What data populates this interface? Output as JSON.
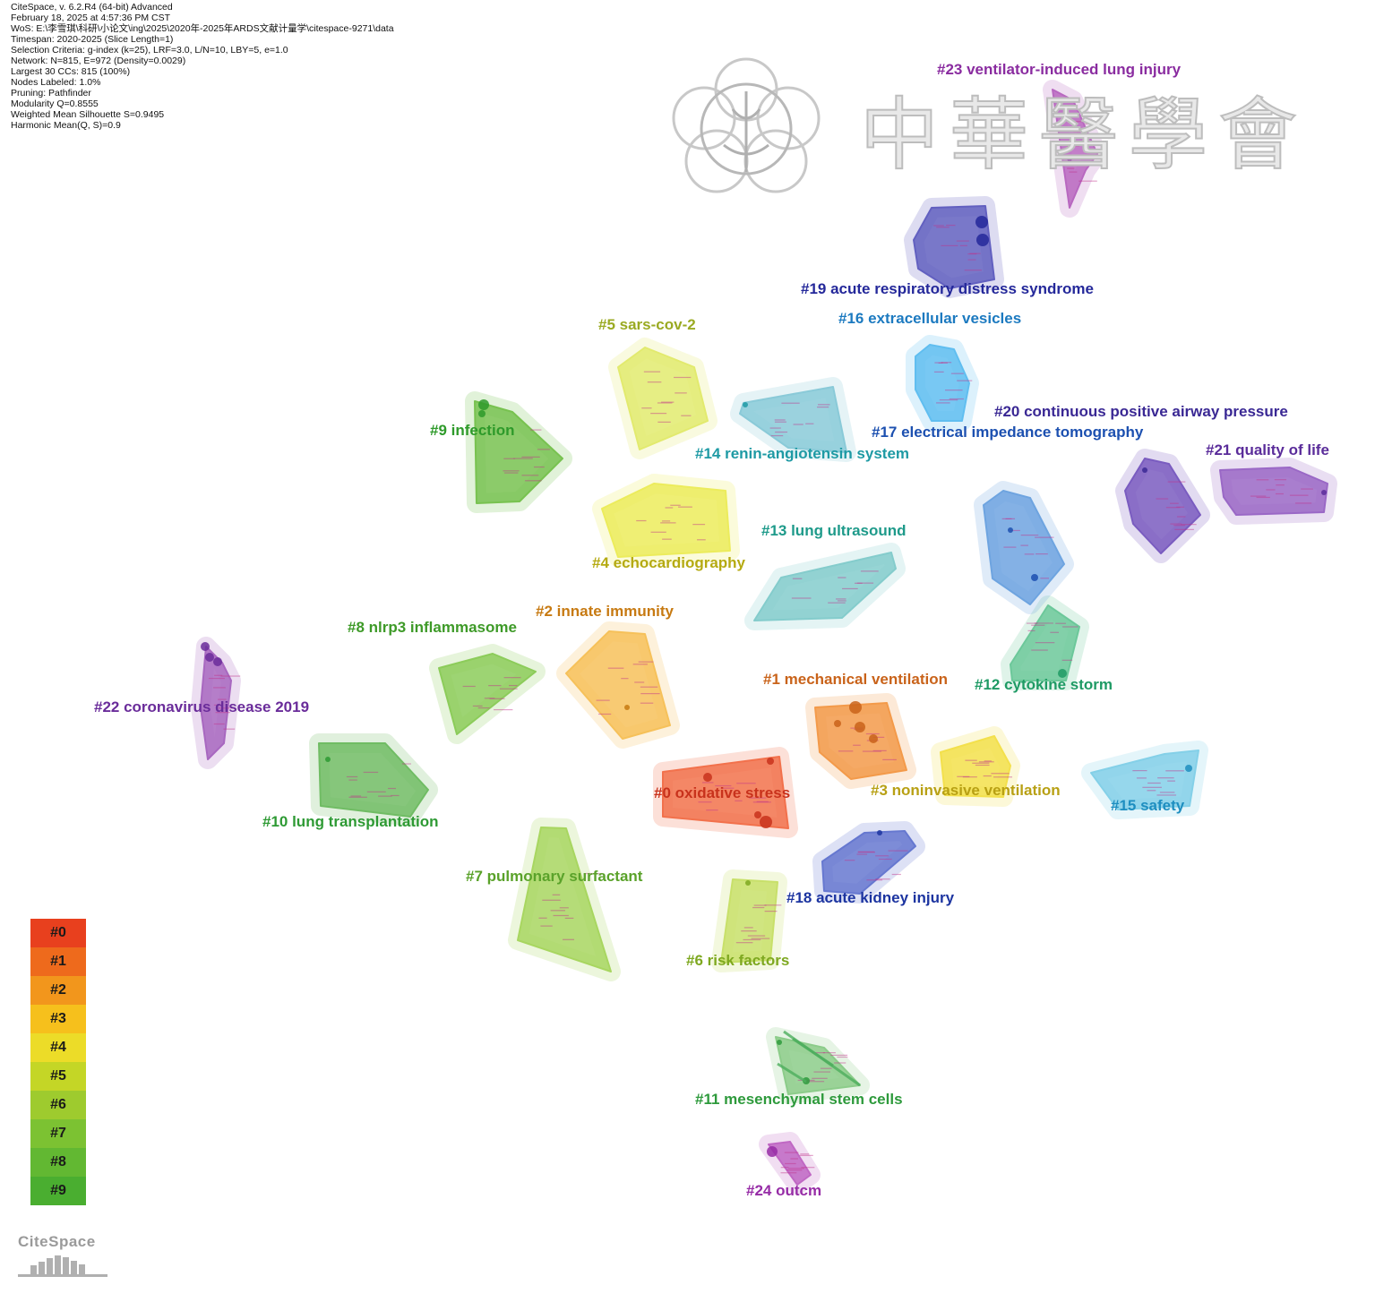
{
  "meta": {
    "lines": [
      "CiteSpace, v. 6.2.R4 (64-bit) Advanced",
      "February 18, 2025 at 4:57:36 PM CST",
      "WoS: E:\\李雪琪\\科研\\小论文\\ing\\2025\\2020年-2025年ARDS文献计量学\\citespace-9271\\data",
      "Timespan: 2020-2025 (Slice Length=1)",
      "Selection Criteria: g-index (k=25), LRF=3.0, L/N=10, LBY=5, e=1.0",
      "Network: N=815, E=972 (Density=0.0029)",
      "Largest 30 CCs: 815 (100%)",
      "Nodes Labeled: 1.0%",
      "Pruning: Pathfinder",
      "Modularity Q=0.8555",
      "Weighted Mean Silhouette S=0.9495",
      "Harmonic Mean(Q, S)=0.9"
    ]
  },
  "watermark": {
    "text": "中華醫學會"
  },
  "clusters": [
    {
      "label": "#0 oxidative stress",
      "fill": "#f2714c",
      "text_color": "#c8321c"
    },
    {
      "label": "#1 mechanical ventilation",
      "fill": "#f39a4a",
      "text_color": "#c9631a"
    },
    {
      "label": "#2 innate immunity",
      "fill": "#f6c15a",
      "text_color": "#c77a12"
    },
    {
      "label": "#3 noninvasive ventilation",
      "fill": "#f3e04c",
      "text_color": "#b8a014"
    },
    {
      "label": "#4 echocardiography",
      "fill": "#ecec5c",
      "text_color": "#b5aa12"
    },
    {
      "label": "#5 sars-cov-2",
      "fill": "#e2ea6e",
      "text_color": "#9aaa22"
    },
    {
      "label": "#6 risk factors",
      "fill": "#c8e06a",
      "text_color": "#7ea820"
    },
    {
      "label": "#7 pulmonary surfactant",
      "fill": "#a8d660",
      "text_color": "#5aa22a"
    },
    {
      "label": "#8 nlrp3 inflammasome",
      "fill": "#8ccc5a",
      "text_color": "#3e9a28"
    },
    {
      "label": "#9 infection",
      "fill": "#78c250",
      "text_color": "#2e9a2a"
    },
    {
      "label": "#10 lung transplantation",
      "fill": "#70bc64",
      "text_color": "#2e9a34"
    },
    {
      "label": "#11 mesenchymal stem cells",
      "fill": "#8ccc8a",
      "text_color": "#2e9a3c"
    },
    {
      "label": "#12 cytokine storm",
      "fill": "#6cc89a",
      "text_color": "#1e9a64"
    },
    {
      "label": "#13 lung ultrasound",
      "fill": "#84cccc",
      "text_color": "#1e9a8a"
    },
    {
      "label": "#14 renin-angiotensin system",
      "fill": "#8acad8",
      "text_color": "#1e9aa4"
    },
    {
      "label": "#15 safety",
      "fill": "#84d0e8",
      "text_color": "#1e8ec0"
    },
    {
      "label": "#16 extracellular vesicles",
      "fill": "#60bef0",
      "text_color": "#1c7ac0"
    },
    {
      "label": "#17 electrical impedance tomography",
      "fill": "#6ea4e0",
      "text_color": "#1c50b0"
    },
    {
      "label": "#18 acute kidney injury",
      "fill": "#6678d0",
      "text_color": "#1c34a0"
    },
    {
      "label": "#19 acute respiratory distress syndrome",
      "fill": "#6260c0",
      "text_color": "#24289a"
    },
    {
      "label": "#20 continuous positive airway pressure",
      "fill": "#7a5cc0",
      "text_color": "#3a2894"
    },
    {
      "label": "#21 quality of life",
      "fill": "#9a68c6",
      "text_color": "#5a2c9a"
    },
    {
      "label": "#22 coronavirus disease 2019",
      "fill": "#a868c0",
      "text_color": "#6a2c9a"
    },
    {
      "label": "#23 ventilator-induced lung injury",
      "fill": "#b868c0",
      "text_color": "#8a2ca0"
    },
    {
      "label": "#24 outcm",
      "fill": "#c068c4",
      "text_color": "#962ca6"
    }
  ],
  "legend": {
    "items": [
      {
        "label": "#0",
        "color": "#e8401e"
      },
      {
        "label": "#1",
        "color": "#ee6a1c"
      },
      {
        "label": "#2",
        "color": "#f2961c"
      },
      {
        "label": "#3",
        "color": "#f6c01c"
      },
      {
        "label": "#4",
        "color": "#ecdc28"
      },
      {
        "label": "#5",
        "color": "#c4d626"
      },
      {
        "label": "#6",
        "color": "#9ecb2e"
      },
      {
        "label": "#7",
        "color": "#7cc232"
      },
      {
        "label": "#8",
        "color": "#62b832"
      },
      {
        "label": "#9",
        "color": "#4aae30"
      }
    ]
  },
  "logo": {
    "text": "CiteSpace"
  }
}
